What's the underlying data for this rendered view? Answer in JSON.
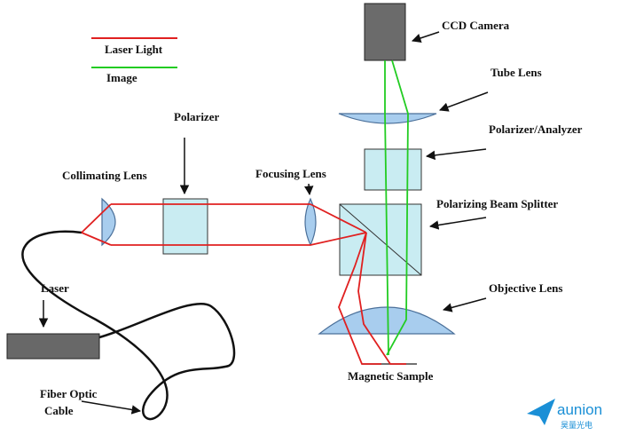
{
  "legend": {
    "laser_light": "Laser Light",
    "image": "Image"
  },
  "labels": {
    "ccd_camera": "CCD Camera",
    "tube_lens": "Tube Lens",
    "polarizer_analyzer": "Polarizer/Analyzer",
    "polarizer": "Polarizer",
    "collimating_lens": "Collimating Lens",
    "focusing_lens": "Focusing Lens",
    "polarizing_beam_splitter": "Polarizing Beam Splitter",
    "laser": "Laser",
    "objective_lens": "Objective Lens",
    "fiber_optic": "Fiber Optic",
    "cable": "Cable",
    "magnetic_sample": "Magnetic Sample"
  },
  "watermark": {
    "brand": "aunion",
    "brand_cn": "昊量光电"
  },
  "colors": {
    "laser_light": "#e02020",
    "image": "#22cc22",
    "optic_fill": "#a8cdee",
    "glass_fill": "#c9ecf2",
    "camera_fill": "#6b6b6b",
    "laser_fill": "#686868",
    "watermark": "#1a8fd6"
  }
}
